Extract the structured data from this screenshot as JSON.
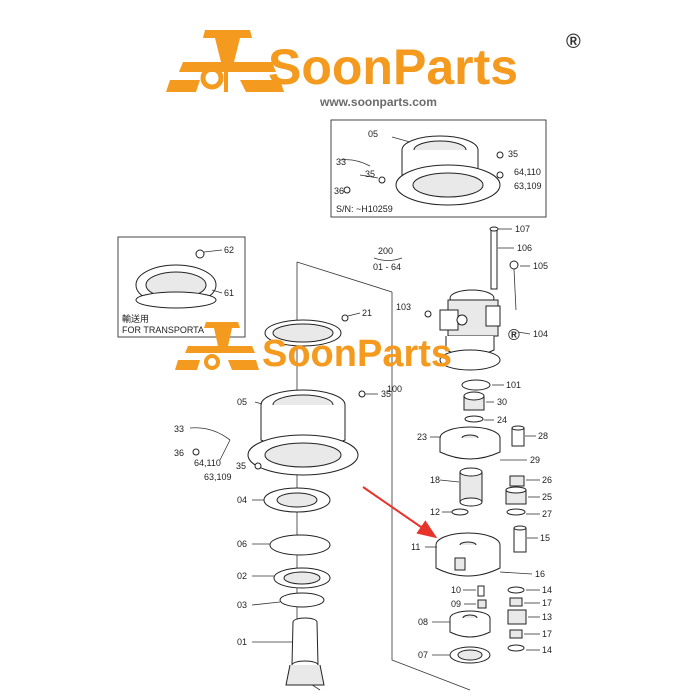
{
  "brand": {
    "name": "SoonParts",
    "registered_mark": "®",
    "url": "www.soonparts.com",
    "color_primary": "#f39a1f",
    "color_text": "#6b6b6b"
  },
  "inset_top": {
    "serial_note": "S/N:  ~H10259",
    "labels": [
      "05",
      "33",
      "35",
      "35",
      "36",
      "64,110",
      "63,109"
    ]
  },
  "inset_left": {
    "caption_jp": "輸送用",
    "caption_en": "FOR TRANSPORTA",
    "labels": [
      "62",
      "61"
    ]
  },
  "assembly": {
    "group_label": "200",
    "group_range": "01 - 64"
  },
  "part_labels": {
    "p05": "05",
    "p21": "21",
    "p35": "35",
    "p33": "33",
    "p36": "36",
    "p64": "64,110",
    "p35b": "35",
    "p63": "63,109",
    "p04": "04",
    "p06": "06",
    "p02": "02",
    "p03": "03",
    "p01": "01",
    "p107": "107",
    "p106": "106",
    "p105": "105",
    "p103": "103",
    "p104": "104",
    "p100": "100",
    "p101": "101",
    "p30": "30",
    "p24": "24",
    "p23": "23",
    "p28": "28",
    "p29": "29",
    "p26": "26",
    "p25": "25",
    "p27": "27",
    "p18": "18",
    "p12": "12",
    "p15": "15",
    "p11": "11",
    "p16": "16",
    "p10": "10",
    "p14a": "14",
    "p09": "09",
    "p17a": "17",
    "p13": "13",
    "p08": "08",
    "p17b": "17",
    "p07": "07",
    "p14b": "14"
  }
}
